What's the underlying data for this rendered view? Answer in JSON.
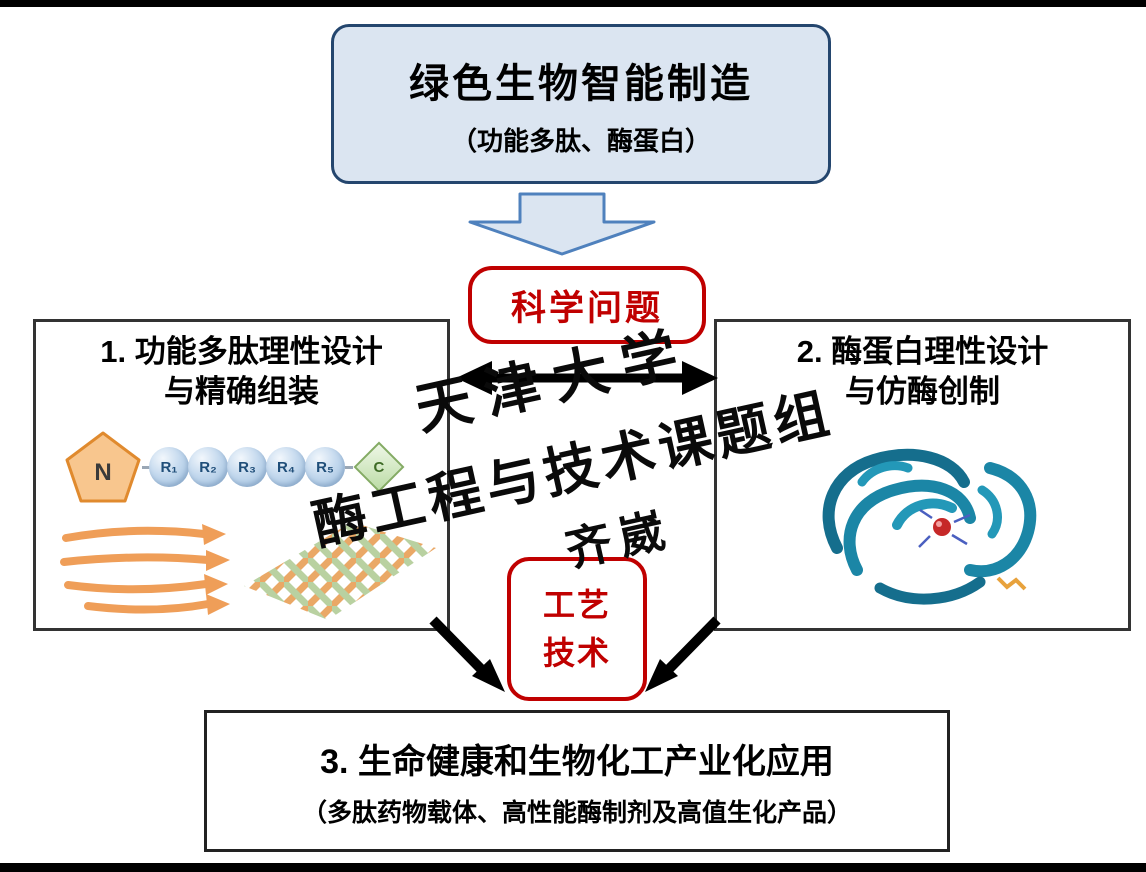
{
  "top_box": {
    "title": "绿色生物智能制造",
    "subtitle": "（功能多肽、酶蛋白）"
  },
  "science_box": {
    "label": "科学问题"
  },
  "process_box": {
    "line1": "工艺",
    "line2": "技术"
  },
  "left_box": {
    "title_line1": "1. 功能多肽理性设计",
    "title_line2": "与精确组装",
    "peptide": {
      "n_terminal": "N",
      "residues": [
        "R₁",
        "R₂",
        "R₃",
        "R₄",
        "R₅"
      ],
      "c_terminal": "C"
    }
  },
  "right_box": {
    "title_line1": "2. 酶蛋白理性设计",
    "title_line2": "与仿酶创制"
  },
  "bottom_box": {
    "title": "3. 生命健康和生物化工产业化应用",
    "subtitle": "（多肽药物载体、高性能酶制剂及高值生化产品）"
  },
  "watermark": {
    "line1": "天津大学",
    "line2": "酶工程与技术课题组",
    "line3": "齐崴"
  },
  "colors": {
    "top_box_fill": "#dbe5f1",
    "top_box_border": "#24466e",
    "block_arrow_border": "#4f81bd",
    "red_accent": "#c00000",
    "peptide_orange": "#f8c68e",
    "helix_green": "#b5cf9c",
    "protein_teal": "#1b86a6"
  }
}
